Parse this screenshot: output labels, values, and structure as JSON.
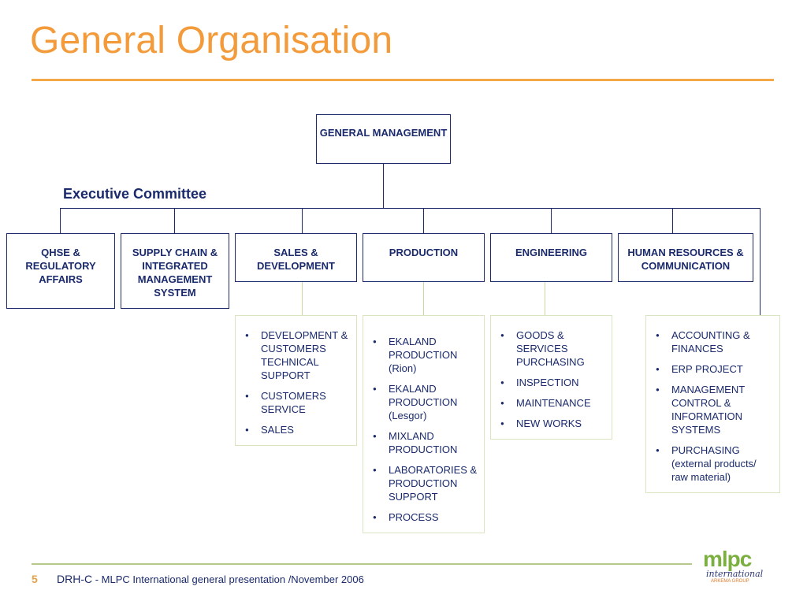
{
  "title": "General Organisation",
  "org": {
    "general_management": "GENERAL MANAGEMENT",
    "committee_label": "Executive Committee",
    "departments": [
      {
        "id": "qhse",
        "label": "QHSE & REGULATORY AFFAIRS"
      },
      {
        "id": "supply",
        "label": "SUPPLY CHAIN & INTEGRATED MANAGEMENT SYSTEM"
      },
      {
        "id": "sales",
        "label": "SALES & DEVELOPMENT",
        "items": [
          "DEVELOPMENT & CUSTOMERS TECHNICAL SUPPORT",
          "CUSTOMERS SERVICE",
          "SALES"
        ]
      },
      {
        "id": "production",
        "label": "PRODUCTION",
        "items": [
          "EKALAND PRODUCTION (Rion)",
          "EKALAND PRODUCTION (Lesgor)",
          "MIXLAND PRODUCTION",
          "LABORATORIES & PRODUCTION SUPPORT",
          "PROCESS"
        ]
      },
      {
        "id": "engineering",
        "label": "ENGINEERING",
        "items": [
          "GOODS & SERVICES PURCHASING",
          "INSPECTION",
          "MAINTENANCE",
          "NEW WORKS"
        ]
      },
      {
        "id": "hr",
        "label": "HUMAN RESOURCES & COMMUNICATION"
      }
    ],
    "direct_reports": {
      "items": [
        "ACCOUNTING & FINANCES",
        "ERP PROJECT",
        "MANAGEMENT CONTROL & INFORMATION SYSTEMS",
        "PURCHASING (external products/ raw material)"
      ]
    }
  },
  "footer": {
    "page_number": "5",
    "org_code": "DRH-C",
    "text": " - MLPC International general presentation /November 2006"
  },
  "logo": {
    "word": "mlpc",
    "sub": "international",
    "group": "ARKEMA GROUP"
  },
  "colors": {
    "title": "#F39A3A",
    "navy": "#1A2A6C",
    "green_line": "#C9D9A0",
    "logo_green": "#7BAF3F"
  }
}
